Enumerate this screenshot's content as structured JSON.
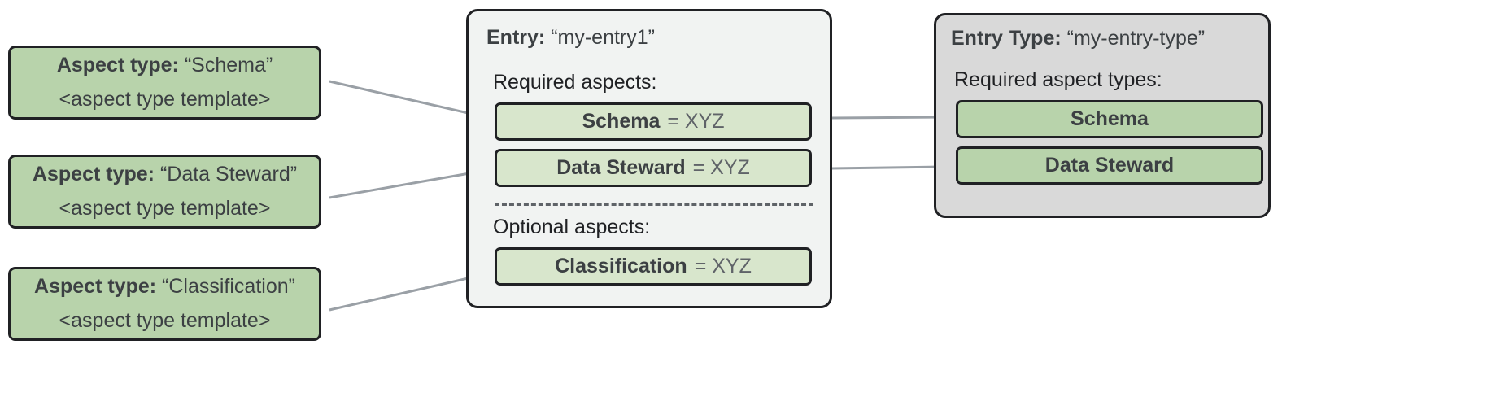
{
  "aspect_types": [
    {
      "label_bold": "Aspect type:",
      "name": "“Schema”",
      "template": "<aspect type template>"
    },
    {
      "label_bold": "Aspect type:",
      "name": "“Data Steward”",
      "template": "<aspect type template>"
    },
    {
      "label_bold": "Aspect type:",
      "name": "“Classification”",
      "template": "<aspect type template>"
    }
  ],
  "entry": {
    "title_bold": "Entry:",
    "title_name": "“my-entry1”",
    "required_label": "Required aspects:",
    "optional_label": "Optional aspects:",
    "required_aspects": [
      {
        "name": "Schema",
        "value": "= XYZ"
      },
      {
        "name": "Data Steward",
        "value": "= XYZ"
      }
    ],
    "optional_aspects": [
      {
        "name": "Classification",
        "value": "= XYZ"
      }
    ]
  },
  "entry_type": {
    "title_bold": "Entry Type:",
    "title_name": "“my-entry-type”",
    "required_label": "Required aspect types:",
    "required_aspect_types": [
      {
        "name": "Schema"
      },
      {
        "name": "Data Steward"
      }
    ]
  },
  "colors": {
    "card_green": "#b8d3ab",
    "chip_green": "#d8e6cc",
    "entry_panel_bg": "#f1f3f2",
    "entrytype_panel_bg": "#d9d9d9",
    "outline": "#202124",
    "connector": "#9aa0a6",
    "text": "#3c4043"
  }
}
